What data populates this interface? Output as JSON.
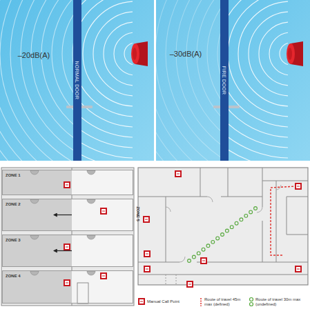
{
  "diagram": {
    "nodes": [
      {
        "text": [
          "NORMAL DOOR"
        ]
      },
      {
        "text": [
          "FIRE DOOR"
        ]
      },
      {
        "text": [
          "ZONE 1"
        ]
      },
      {
        "text": [
          "ZONE 2"
        ]
      },
      {
        "text": [
          "ZONE 3"
        ]
      },
      {
        "text": [
          "ZONE 4"
        ]
      }
    ],
    "labels": [
      "–20dB(A)",
      "–30dB(A)",
      "ZONE 5"
    ],
    "legend": [
      {
        "text": "Manual Call Point"
      },
      {
        "text": "Route of travel 45m max (defined)"
      },
      {
        "text": "Route of travel 30m max (undefined)"
      }
    ]
  }
}
